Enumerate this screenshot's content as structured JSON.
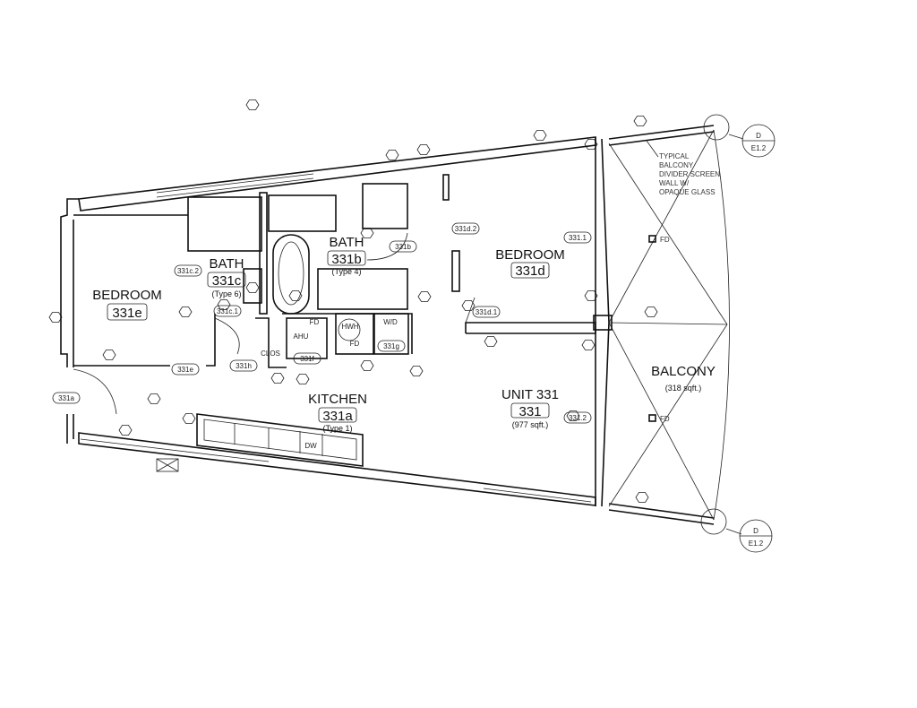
{
  "rooms": {
    "bedroom_e": {
      "name": "BEDROOM",
      "number": "331e"
    },
    "bath_c": {
      "name": "BATH",
      "number": "331c",
      "type": "(Type 6)"
    },
    "bath_b": {
      "name": "BATH",
      "number": "331b",
      "type": "(Type 4)"
    },
    "bedroom_d": {
      "name": "BEDROOM",
      "number": "331d"
    },
    "kitchen": {
      "name": "KITCHEN",
      "number": "331a",
      "type": "(Type 1)"
    },
    "unit": {
      "name": "UNIT 331",
      "number": "331",
      "area": "(977 sqft.)"
    },
    "balcony": {
      "name": "BALCONY",
      "area": "(318 sqft.)"
    }
  },
  "door_tags": [
    "331c.2",
    "331c.1",
    "331e",
    "331a",
    "331h",
    "331f",
    "331g",
    "331b",
    "331d.2",
    "331d.1",
    "331.1",
    "331.2"
  ],
  "equipment_labels": {
    "ahu": "AHU",
    "hwh": "HWH",
    "wd": "W/D",
    "clos": "CLOS",
    "fd": "FD",
    "dw": "DW"
  },
  "balcony_note": [
    "TYPICAL",
    "BALCONY",
    "DIVIDER SCREEN",
    "WALL W/",
    "OPAQUE GLASS"
  ],
  "section_markers": [
    {
      "letter": "D",
      "sheet": "E1.2"
    },
    {
      "letter": "D",
      "sheet": "E1.2"
    }
  ]
}
